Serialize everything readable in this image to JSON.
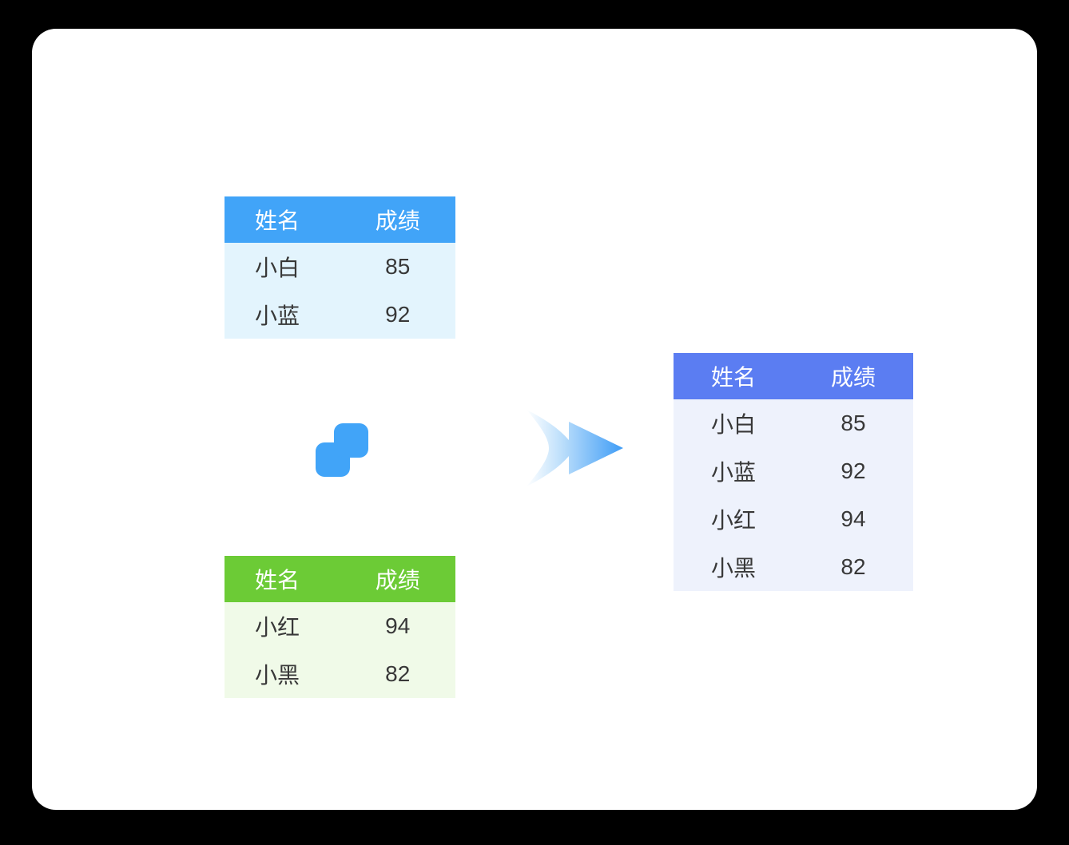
{
  "colors": {
    "page_bg": "#000000",
    "card_bg": "#ffffff",
    "blue_header": "#41a4f8",
    "blue_body": "#e3f4fd",
    "green_header": "#6ccb36",
    "green_body": "#f0fae8",
    "indigo_header": "#5b7df2",
    "indigo_body": "#eef2fc",
    "header_text": "#ffffff",
    "row_text": "#383838",
    "merge_icon": "#41a4f8",
    "arrow_gradient_start": "#ffffff",
    "arrow_gradient_mid": "#bfe0fb",
    "arrow_gradient_end": "#3e9cf6"
  },
  "tables": {
    "source_top": {
      "columns": [
        "姓名",
        "成绩"
      ],
      "rows": [
        [
          "小白",
          "85"
        ],
        [
          "小蓝",
          "92"
        ]
      ]
    },
    "source_bottom": {
      "columns": [
        "姓名",
        "成绩"
      ],
      "rows": [
        [
          "小红",
          "94"
        ],
        [
          "小黑",
          "82"
        ]
      ]
    },
    "result": {
      "columns": [
        "姓名",
        "成绩"
      ],
      "rows": [
        [
          "小白",
          "85"
        ],
        [
          "小蓝",
          "92"
        ],
        [
          "小红",
          "94"
        ],
        [
          "小黑",
          "82"
        ]
      ]
    }
  },
  "icons": {
    "merge_icon": "overlapping-rounded-squares",
    "arrow_icon": "gradient-right-arrow"
  }
}
